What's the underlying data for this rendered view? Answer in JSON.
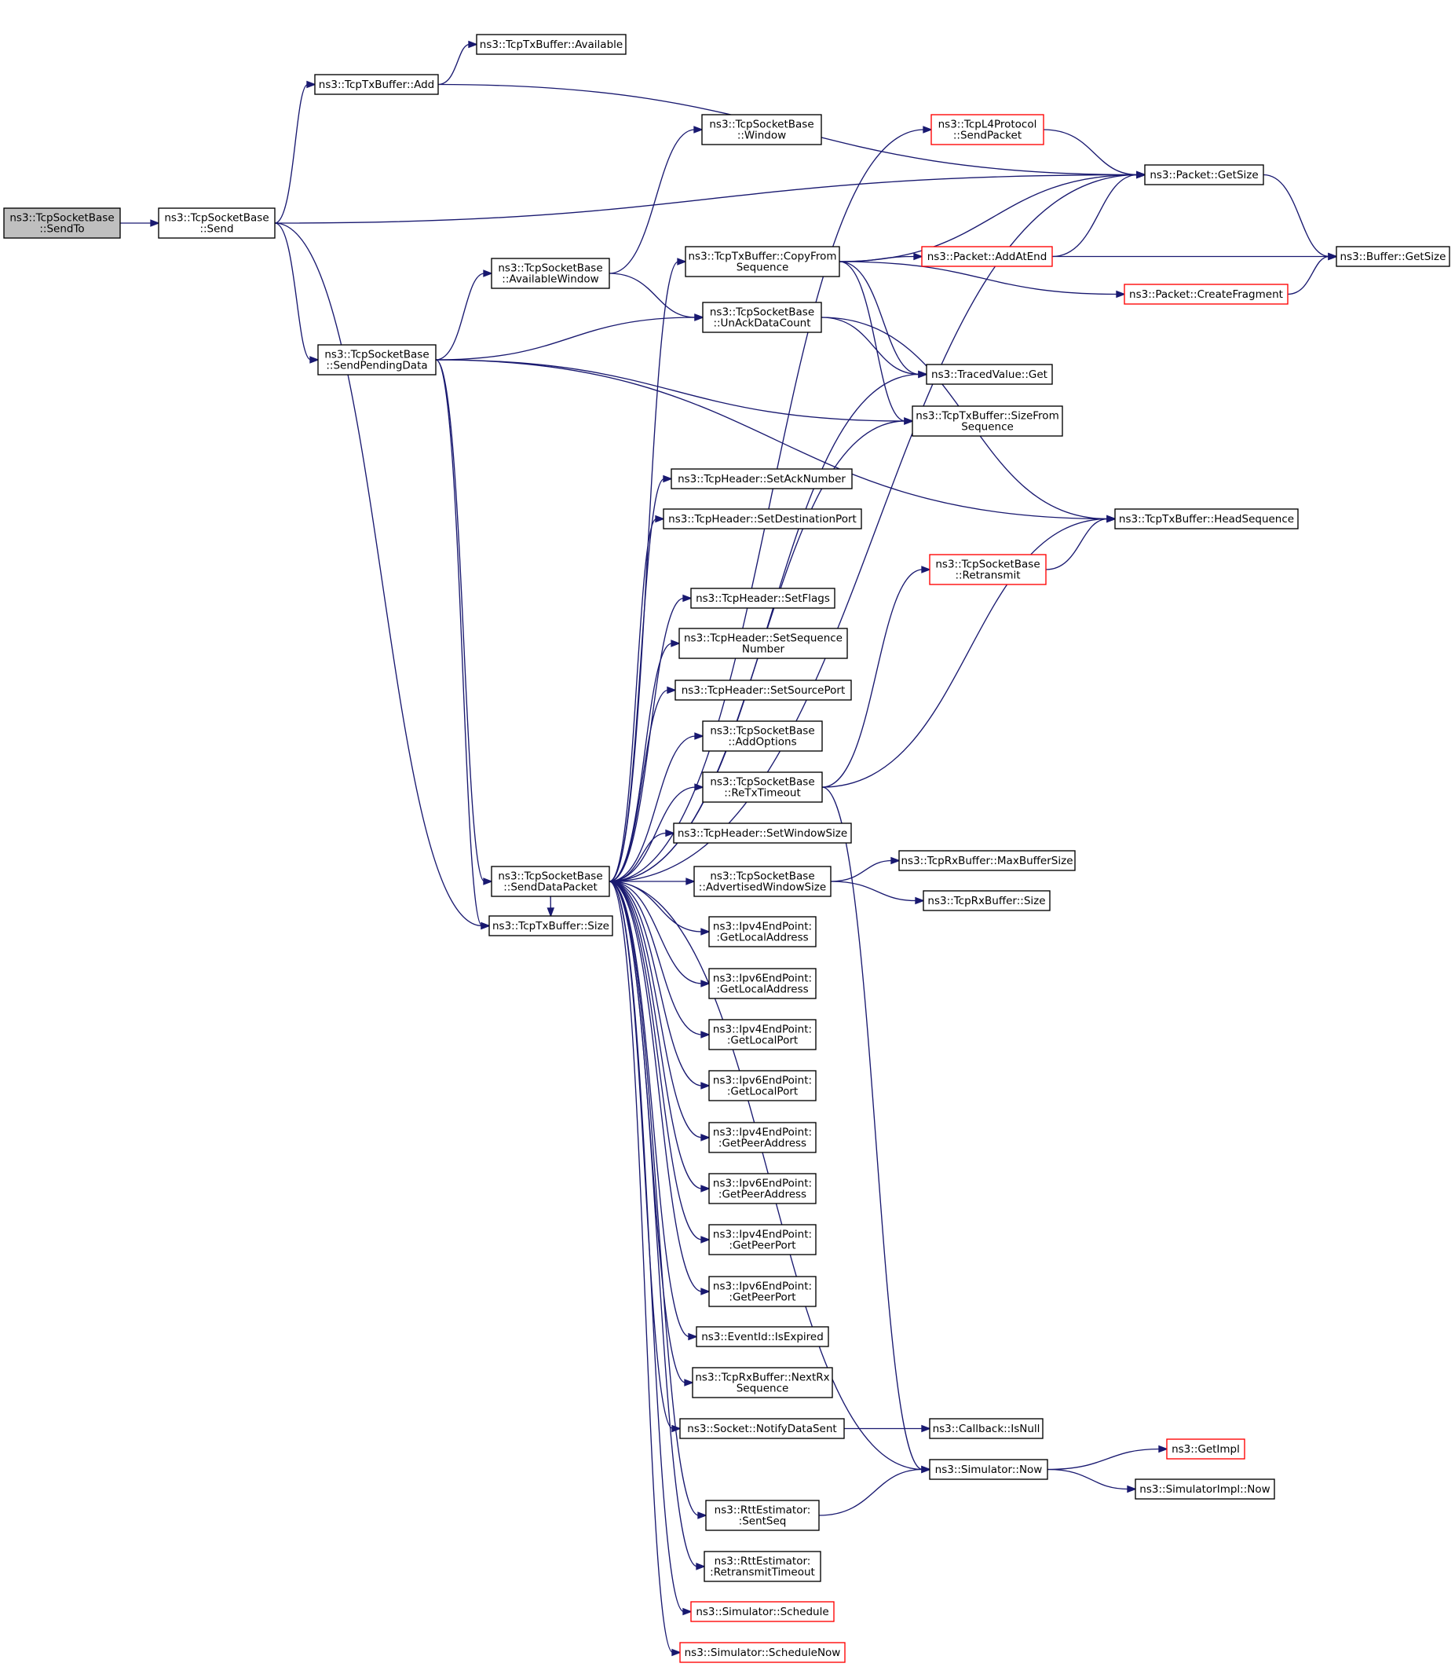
{
  "colors": {
    "edge": "#191970",
    "node_border": "#000000",
    "node_border_incomplete": "#ff0000",
    "current_node_fill": "#bfbfbf",
    "background": "#ffffff"
  },
  "nodes": [
    {
      "id": "sendto",
      "lines": [
        "ns3::TcpSocketBase",
        "::SendTo"
      ],
      "current": true
    },
    {
      "id": "send",
      "lines": [
        "ns3::TcpSocketBase",
        "::Send"
      ]
    },
    {
      "id": "txadd",
      "lines": [
        "ns3::TcpTxBuffer::Add"
      ]
    },
    {
      "id": "txavailable",
      "lines": [
        "ns3::TcpTxBuffer::Available"
      ]
    },
    {
      "id": "window",
      "lines": [
        "ns3::TcpSocketBase",
        "::Window"
      ]
    },
    {
      "id": "l4send",
      "lines": [
        "ns3::TcpL4Protocol",
        "::SendPacket"
      ],
      "red": true
    },
    {
      "id": "pktgetsize",
      "lines": [
        "ns3::Packet::GetSize"
      ]
    },
    {
      "id": "bufgetsize",
      "lines": [
        "ns3::Buffer::GetSize"
      ]
    },
    {
      "id": "availwin",
      "lines": [
        "ns3::TcpSocketBase",
        "::AvailableWindow"
      ]
    },
    {
      "id": "copyfrom",
      "lines": [
        "ns3::TcpTxBuffer::CopyFrom",
        "Sequence"
      ]
    },
    {
      "id": "addatend",
      "lines": [
        "ns3::Packet::AddAtEnd"
      ],
      "red": true
    },
    {
      "id": "createfrag",
      "lines": [
        "ns3::Packet::CreateFragment"
      ],
      "red": true
    },
    {
      "id": "sendpending",
      "lines": [
        "ns3::TcpSocketBase",
        "::SendPendingData"
      ]
    },
    {
      "id": "unack",
      "lines": [
        "ns3::TcpSocketBase",
        "::UnAckDataCount"
      ]
    },
    {
      "id": "tracedget",
      "lines": [
        "ns3::TracedValue::Get"
      ]
    },
    {
      "id": "sizefrom",
      "lines": [
        "ns3::TcpTxBuffer::SizeFrom",
        "Sequence"
      ]
    },
    {
      "id": "setack",
      "lines": [
        "ns3::TcpHeader::SetAckNumber"
      ]
    },
    {
      "id": "setdst",
      "lines": [
        "ns3::TcpHeader::SetDestinationPort"
      ]
    },
    {
      "id": "headseq",
      "lines": [
        "ns3::TcpTxBuffer::HeadSequence"
      ]
    },
    {
      "id": "retransmit",
      "lines": [
        "ns3::TcpSocketBase",
        "::Retransmit"
      ],
      "red": true
    },
    {
      "id": "setflags",
      "lines": [
        "ns3::TcpHeader::SetFlags"
      ]
    },
    {
      "id": "setseq",
      "lines": [
        "ns3::TcpHeader::SetSequence",
        "Number"
      ]
    },
    {
      "id": "setsrc",
      "lines": [
        "ns3::TcpHeader::SetSourcePort"
      ]
    },
    {
      "id": "addopts",
      "lines": [
        "ns3::TcpSocketBase",
        "::AddOptions"
      ]
    },
    {
      "id": "retxtimeout",
      "lines": [
        "ns3::TcpSocketBase",
        "::ReTxTimeout"
      ]
    },
    {
      "id": "setwin",
      "lines": [
        "ns3::TcpHeader::SetWindowSize"
      ]
    },
    {
      "id": "senddata",
      "lines": [
        "ns3::TcpSocketBase",
        "::SendDataPacket"
      ]
    },
    {
      "id": "advwin",
      "lines": [
        "ns3::TcpSocketBase",
        "::AdvertisedWindowSize"
      ]
    },
    {
      "id": "rxmax",
      "lines": [
        "ns3::TcpRxBuffer::MaxBufferSize"
      ]
    },
    {
      "id": "rxsize",
      "lines": [
        "ns3::TcpRxBuffer::Size"
      ]
    },
    {
      "id": "txsize",
      "lines": [
        "ns3::TcpTxBuffer::Size"
      ]
    },
    {
      "id": "v4local",
      "lines": [
        "ns3::Ipv4EndPoint:",
        ":GetLocalAddress"
      ]
    },
    {
      "id": "v6local",
      "lines": [
        "ns3::Ipv6EndPoint:",
        ":GetLocalAddress"
      ]
    },
    {
      "id": "v4lport",
      "lines": [
        "ns3::Ipv4EndPoint:",
        ":GetLocalPort"
      ]
    },
    {
      "id": "v6lport",
      "lines": [
        "ns3::Ipv6EndPoint:",
        ":GetLocalPort"
      ]
    },
    {
      "id": "v4peer",
      "lines": [
        "ns3::Ipv4EndPoint:",
        ":GetPeerAddress"
      ]
    },
    {
      "id": "v6peer",
      "lines": [
        "ns3::Ipv6EndPoint:",
        ":GetPeerAddress"
      ]
    },
    {
      "id": "v4pport",
      "lines": [
        "ns3::Ipv4EndPoint:",
        ":GetPeerPort"
      ]
    },
    {
      "id": "v6pport",
      "lines": [
        "ns3::Ipv6EndPoint:",
        ":GetPeerPort"
      ]
    },
    {
      "id": "isexpired",
      "lines": [
        "ns3::EventId::IsExpired"
      ]
    },
    {
      "id": "nextrx",
      "lines": [
        "ns3::TcpRxBuffer::NextRx",
        "Sequence"
      ]
    },
    {
      "id": "notifysent",
      "lines": [
        "ns3::Socket::NotifyDataSent"
      ]
    },
    {
      "id": "isnull",
      "lines": [
        "ns3::Callback::IsNull"
      ]
    },
    {
      "id": "getimpl",
      "lines": [
        "ns3::GetImpl"
      ],
      "red": true
    },
    {
      "id": "simnow",
      "lines": [
        "ns3::Simulator::Now"
      ]
    },
    {
      "id": "implnow",
      "lines": [
        "ns3::SimulatorImpl::Now"
      ]
    },
    {
      "id": "sentseq",
      "lines": [
        "ns3::RttEstimator:",
        ":SentSeq"
      ]
    },
    {
      "id": "rtxtimeout",
      "lines": [
        "ns3::RttEstimator:",
        ":RetransmitTimeout"
      ]
    },
    {
      "id": "schedule",
      "lines": [
        "ns3::Simulator::Schedule"
      ],
      "red": true
    },
    {
      "id": "schedulenow",
      "lines": [
        "ns3::Simulator::ScheduleNow"
      ],
      "red": true
    }
  ],
  "edges": [
    [
      "sendto",
      "send"
    ],
    [
      "send",
      "txadd"
    ],
    [
      "send",
      "pktgetsize"
    ],
    [
      "send",
      "sendpending"
    ],
    [
      "send",
      "txsize"
    ],
    [
      "txadd",
      "txavailable"
    ],
    [
      "txadd",
      "pktgetsize"
    ],
    [
      "sendpending",
      "availwin"
    ],
    [
      "sendpending",
      "unack"
    ],
    [
      "sendpending",
      "sizefrom"
    ],
    [
      "sendpending",
      "headseq"
    ],
    [
      "sendpending",
      "senddata"
    ],
    [
      "sendpending",
      "txsize"
    ],
    [
      "availwin",
      "window"
    ],
    [
      "availwin",
      "unack"
    ],
    [
      "unack",
      "tracedget"
    ],
    [
      "unack",
      "headseq"
    ],
    [
      "copyfrom",
      "pktgetsize"
    ],
    [
      "copyfrom",
      "addatend"
    ],
    [
      "copyfrom",
      "createfrag"
    ],
    [
      "copyfrom",
      "tracedget"
    ],
    [
      "copyfrom",
      "sizefrom"
    ],
    [
      "addatend",
      "pktgetsize"
    ],
    [
      "addatend",
      "bufgetsize"
    ],
    [
      "createfrag",
      "bufgetsize"
    ],
    [
      "l4send",
      "pktgetsize"
    ],
    [
      "pktgetsize",
      "bufgetsize"
    ],
    [
      "retransmit",
      "headseq"
    ],
    [
      "retxtimeout",
      "retransmit"
    ],
    [
      "retxtimeout",
      "headseq"
    ],
    [
      "retxtimeout",
      "simnow"
    ],
    [
      "advwin",
      "rxmax"
    ],
    [
      "advwin",
      "rxsize"
    ],
    [
      "notifysent",
      "isnull"
    ],
    [
      "simnow",
      "getimpl"
    ],
    [
      "simnow",
      "implnow"
    ],
    [
      "sentseq",
      "simnow"
    ],
    [
      "senddata",
      "l4send"
    ],
    [
      "senddata",
      "pktgetsize"
    ],
    [
      "senddata",
      "copyfrom"
    ],
    [
      "senddata",
      "tracedget"
    ],
    [
      "senddata",
      "sizefrom"
    ],
    [
      "senddata",
      "setack"
    ],
    [
      "senddata",
      "setdst"
    ],
    [
      "senddata",
      "setflags"
    ],
    [
      "senddata",
      "setseq"
    ],
    [
      "senddata",
      "setsrc"
    ],
    [
      "senddata",
      "addopts"
    ],
    [
      "senddata",
      "retxtimeout"
    ],
    [
      "senddata",
      "setwin"
    ],
    [
      "senddata",
      "advwin"
    ],
    [
      "senddata",
      "txsize"
    ],
    [
      "senddata",
      "v4local"
    ],
    [
      "senddata",
      "v6local"
    ],
    [
      "senddata",
      "v4lport"
    ],
    [
      "senddata",
      "v6lport"
    ],
    [
      "senddata",
      "v4peer"
    ],
    [
      "senddata",
      "v6peer"
    ],
    [
      "senddata",
      "v4pport"
    ],
    [
      "senddata",
      "v6pport"
    ],
    [
      "senddata",
      "isexpired"
    ],
    [
      "senddata",
      "nextrx"
    ],
    [
      "senddata",
      "notifysent"
    ],
    [
      "senddata",
      "simnow"
    ],
    [
      "senddata",
      "sentseq"
    ],
    [
      "senddata",
      "rtxtimeout"
    ],
    [
      "senddata",
      "schedule"
    ],
    [
      "senddata",
      "schedulenow"
    ]
  ]
}
